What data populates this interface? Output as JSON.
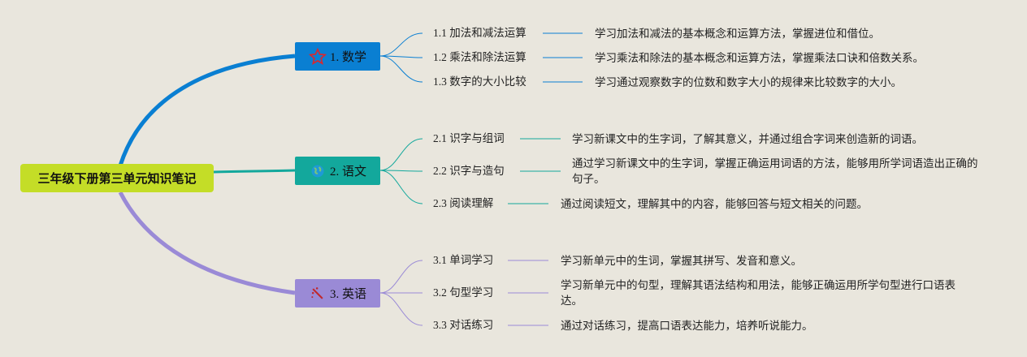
{
  "root": {
    "label": "三年级下册第三单元知识笔记"
  },
  "branches": [
    {
      "label": "1. 数学",
      "icon": "star-outline-icon",
      "color": "#0a7fd2",
      "items": [
        {
          "label": "1.1 加法和减法运算",
          "desc": "学习加法和减法的基本概念和运算方法，掌握进位和借位。"
        },
        {
          "label": "1.2 乘法和除法运算",
          "desc": "学习乘法和除法的基本概念和运算方法，掌握乘法口诀和倍数关系。"
        },
        {
          "label": "1.3 数字的大小比较",
          "desc": "学习通过观察数字的位数和数字大小的规律来比较数字的大小。"
        }
      ]
    },
    {
      "label": "2. 语文",
      "icon": "globe-icon",
      "color": "#13a89c",
      "items": [
        {
          "label": "2.1 识字与组词",
          "desc": "学习新课文中的生字词，了解其意义，并通过组合字词来创造新的词语。"
        },
        {
          "label": "2.2 识字与造句",
          "desc": "通过学习新课文中的生字词，掌握正确运用词语的方法，能够用所学词语造出正确的句子。"
        },
        {
          "label": "2.3 阅读理解",
          "desc": "通过阅读短文，理解其中的内容，能够回答与短文相关的问题。"
        }
      ]
    },
    {
      "label": "3. 英语",
      "icon": "magic-wand-icon",
      "color": "#9a8ad6",
      "items": [
        {
          "label": "3.1 单词学习",
          "desc": "学习新单元中的生词，掌握其拼写、发音和意义。"
        },
        {
          "label": "3.2 句型学习",
          "desc": "学习新单元中的句型，理解其语法结构和用法，能够正确运用所学句型进行口语表达。"
        },
        {
          "label": "3.3 对话练习",
          "desc": "通过对话练习，提高口语表达能力，培养听说能力。"
        }
      ]
    }
  ]
}
